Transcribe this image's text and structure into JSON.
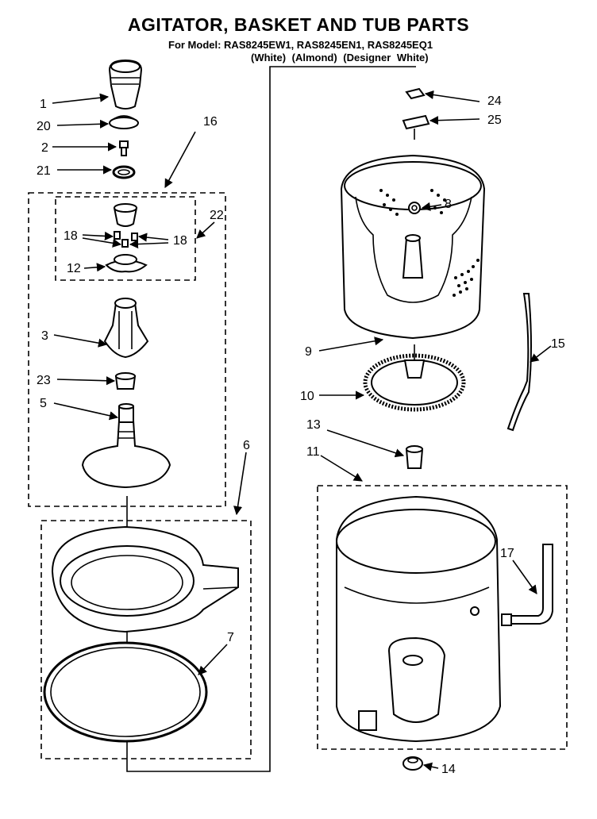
{
  "header": {
    "title": "AGITATOR, BASKET AND TUB PARTS",
    "model_line": "For Model: RAS8245EW1, RAS8245EN1, RAS8245EQ1",
    "colors": "(White)   (Almond)  (Designer White)"
  },
  "callouts": {
    "c1": "1",
    "c2": "2",
    "c3": "3",
    "c5": "5",
    "c6": "6",
    "c7": "7",
    "c8": "8",
    "c9": "9",
    "c10": "10",
    "c11": "11",
    "c12": "12",
    "c13": "13",
    "c14": "14",
    "c15": "15",
    "c16": "16",
    "c17": "17",
    "c18a": "18",
    "c18b": "18",
    "c20": "20",
    "c21": "21",
    "c22": "22",
    "c23": "23",
    "c24": "24",
    "c25": "25"
  }
}
